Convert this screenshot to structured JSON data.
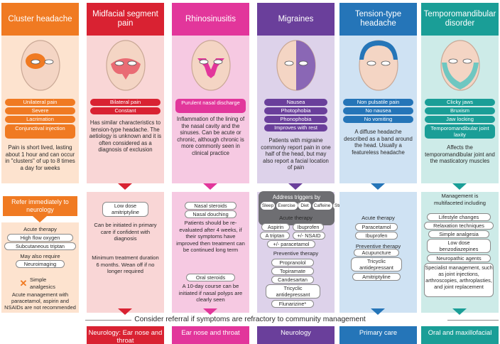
{
  "colors": {
    "cluster_dark": "#f07a22",
    "cluster_light": "#fde3cf",
    "midfacial_dark": "#d92232",
    "midfacial_light": "#f9d6d6",
    "rhino_dark": "#e2369b",
    "rhino_light": "#f6c9e2",
    "migraine_dark": "#6a3f9b",
    "migraine_light": "#ddd2ea",
    "tension_dark": "#2575b8",
    "tension_light": "#cfe2f3",
    "tmd_dark": "#1a9e97",
    "tmd_light": "#cdebe8"
  },
  "banner": "Consider referral if symptoms are refractory to community management",
  "cluster": {
    "header": "Cluster headache",
    "symptoms": [
      "Unilateral pain",
      "Severe",
      "Lacrimation",
      "Conjunctival injection"
    ],
    "desc": "Pain is short lived, lasting about 1 hour and can occur in \"clusters\" of up to 8 times a day for weeks",
    "refer": "Refer immediately to neurology",
    "acute_title": "Acute therapy",
    "acute_items": [
      "High flow oxygen",
      "Subcutaneous triptan"
    ],
    "may_require": "May also require",
    "neuro": "Neuroimaging",
    "simple": "Simple analgesics",
    "note": "Acute management with paracetamol, aspirin and NSAIDs are not recommended",
    "bottom": ""
  },
  "midfacial": {
    "header": "Midfacial segment pain",
    "symptoms": [
      "Bilateral pain",
      "Constant"
    ],
    "desc": "Has similar characteristics to tension-type headache. The aetiology is unknown and it is often considered as a diagnosis of exclusion",
    "treat": "Low dose amitriptyline",
    "text1": "Can be initiated in primary care if confident with diagnosis",
    "text2": "Minimum treatment duration 6 months. Wean off if no longer required",
    "bottom": "Neurology: Ear nose and throat"
  },
  "rhino": {
    "header": "Rhinosinusitis",
    "symptoms": [
      "Purulent nasal discharge"
    ],
    "desc": "Inflammation of the lining of the nasal cavity and the sinuses. Can be acute or chronic, although chronic is more commonly seen in clinical practice",
    "pills1": [
      "Nasal steroids",
      "Nasal douching"
    ],
    "text1": "Patients should be re-evaluated after 4 weeks, if their symptoms have improved then treatment can be continued long term",
    "pill2": "Oral steroids",
    "text2": "A 10-day course can be initiated if nasal polyps are clearly seen",
    "bottom": "Ear nose and throat"
  },
  "migraine": {
    "header": "Migraines",
    "symptoms": [
      "Nausea",
      "Photophobia",
      "Phonophobia",
      "Improves with rest"
    ],
    "desc": "Patients with migraine commonly report pain in one half of the head, but may also report a facial location of pain",
    "triggers_title": "Address triggers by managing:",
    "triggers": [
      "Sleep",
      "Exercise",
      "Diet",
      "Caffeine",
      "Stress"
    ],
    "acute_title": "Acute therapy",
    "acute": [
      "Aspirin",
      "Ibuprofen",
      "A triptan",
      "+/- NSAID",
      "+/- paracetamol"
    ],
    "prev_title": "Preventive therapy",
    "prev": [
      "Propranolol",
      "Topiramate",
      "Candesartan",
      "Tricyclic antidepressant",
      "Flunarizine*"
    ],
    "bottom": "Neurology"
  },
  "tension": {
    "header": "Tension-type headache",
    "symptoms": [
      "Non pulsatile pain",
      "No nausea",
      "No vomiting"
    ],
    "desc": "A diffuse headache described as a band around the head. Usually a featureless headache",
    "acute_title": "Acute therapy",
    "acute": [
      "Paracetamol",
      "Ibuprofen"
    ],
    "prev_title": "Preventive therapy",
    "prev": [
      "Acupuncture",
      "Tricyclic antidepressant",
      "Amitriptyline"
    ],
    "bottom": "Primary care"
  },
  "tmd": {
    "header": "Temporomandibular disorder",
    "symptoms": [
      "Clicky jaws",
      "Bruxism",
      "Jaw locking",
      "Temporomandibular joint laxity"
    ],
    "desc": "Affects the temporomandibular joint and the masticatory muscles",
    "mgmt": "Management is multifaceted including",
    "items": [
      "Lifestyle changes",
      "Relaxation techniques",
      "Simple analgesia",
      "Low dose benzodiazepines",
      "Neuropathic agents",
      "Specialist management, such as joint injections, arthroscopies, arthroplasties, and joint replacement"
    ],
    "bottom": "Oral and maxillofacial"
  },
  "icons": {
    "face": "face-icon",
    "cross": "cross-icon",
    "arrow": "arrow-down-icon"
  }
}
